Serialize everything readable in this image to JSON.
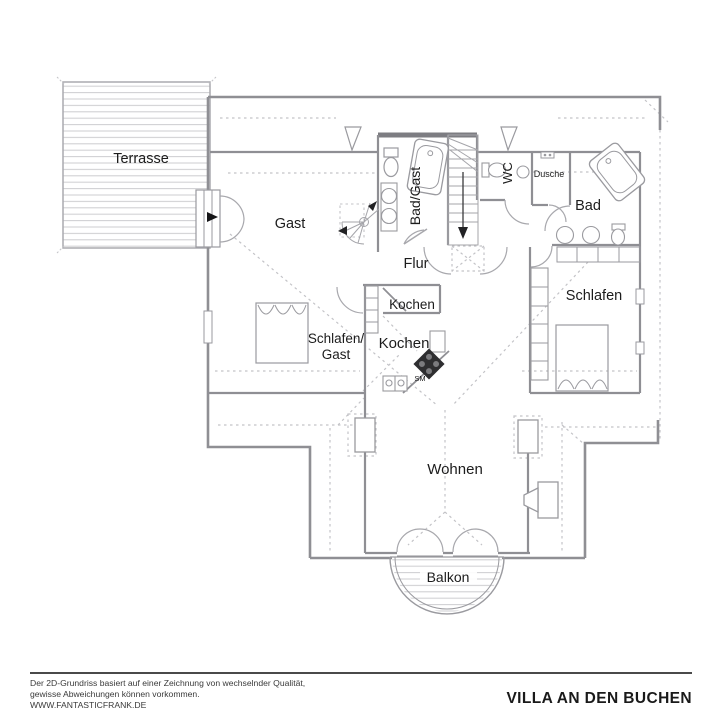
{
  "floorplan": {
    "rooms": {
      "terrasse": {
        "label": "Terrasse"
      },
      "gast": {
        "label": "Gast"
      },
      "bad_gast": {
        "label": "Bad/Gast"
      },
      "wc": {
        "label": "WC"
      },
      "dusche": {
        "label": "Dusche"
      },
      "bad": {
        "label": "Bad"
      },
      "flur": {
        "label": "Flur"
      },
      "kochen_nook": {
        "label": "Kochen"
      },
      "kochen": {
        "label": "Kochen"
      },
      "schlafen_gast": {
        "line1": "Schlafen/",
        "line2": "Gast"
      },
      "schlafen": {
        "label": "Schlafen"
      },
      "wohnen": {
        "label": "Wohnen"
      },
      "balkon": {
        "label": "Balkon"
      }
    },
    "annotations": {
      "stove": "SM"
    },
    "colors": {
      "wall": "#8f8f94",
      "line": "#a5a5aa",
      "dashed": "#c3c3c7",
      "hatch": "#d0d0d3",
      "label_text": "#1c1c1c",
      "arrow": "#151518"
    }
  },
  "footer": {
    "disclaimer_line1": "Der 2D-Grundriss basiert auf einer Zeichnung von wechselnder Qualität,",
    "disclaimer_line2": "gewisse Abweichungen können vorkommen.",
    "website": "WWW.FANTASTICFRANK.DE",
    "project_title": "VILLA AN DEN BUCHEN"
  }
}
